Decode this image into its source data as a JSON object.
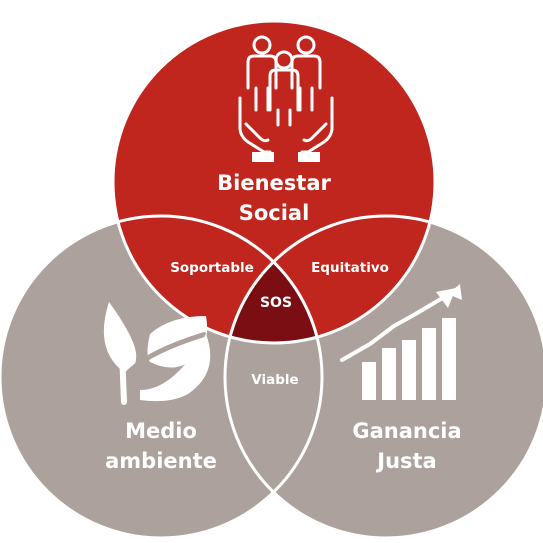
{
  "diagram": {
    "top_circle": {
      "label_line1": "Bienestar",
      "label_line2": "Social",
      "icon": "people-in-hands-icon",
      "color": "#C0261E"
    },
    "left_circle": {
      "label_line1": "Medio",
      "label_line2": "ambiente",
      "icon": "leaves-icon",
      "color": "#ACA19C"
    },
    "right_circle": {
      "label_line1": "Ganancia",
      "label_line2": "Justa",
      "icon": "growth-chart-icon",
      "color": "#ACA19C"
    },
    "overlaps": {
      "top_left": "Soportable",
      "top_right": "Equitativo",
      "left_right": "Viable",
      "center": "SOS"
    },
    "colors": {
      "center": "#7A0E13",
      "outline": "#ffffff"
    }
  }
}
